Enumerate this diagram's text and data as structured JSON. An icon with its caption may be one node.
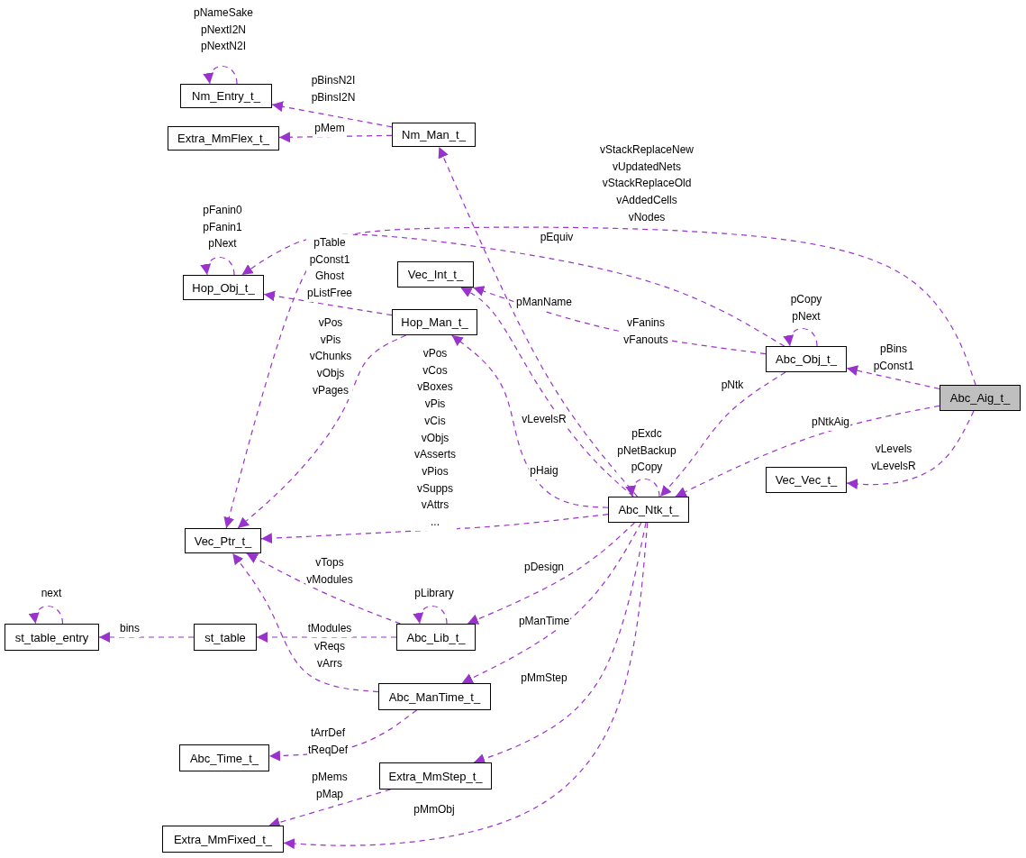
{
  "diagram": {
    "nodes": [
      {
        "text": [
          "Nm_Entry_t_"
        ]
      },
      {
        "text": [
          "Extra_MmFlex_t_"
        ]
      },
      {
        "text": [
          "Nm_Man_t_"
        ]
      },
      {
        "text": [
          "Hop_Obj_t_"
        ]
      },
      {
        "text": [
          "Vec_Int_t_"
        ]
      },
      {
        "text": [
          "Hop_Man_t_"
        ]
      },
      {
        "text": [
          "Abc_Obj_t_"
        ]
      },
      {
        "text": [
          "Abc_Aig_t_"
        ]
      },
      {
        "text": [
          "Vec_Vec_t_"
        ]
      },
      {
        "text": [
          "Abc_Ntk_t_"
        ]
      },
      {
        "text": [
          "Vec_Ptr_t_"
        ]
      },
      {
        "text": [
          "st_table_entry"
        ]
      },
      {
        "text": [
          "st_table"
        ]
      },
      {
        "text": [
          "Abc_Lib_t_"
        ]
      },
      {
        "text": [
          "Abc_ManTime_t_"
        ]
      },
      {
        "text": [
          "Abc_Time_t_"
        ]
      },
      {
        "text": [
          "Extra_MmStep_t_"
        ]
      },
      {
        "text": [
          "Extra_MmFixed_t_"
        ]
      }
    ],
    "edges": [
      {
        "from": 0,
        "to": 0,
        "arrow": "to",
        "label": "pNameSake pNextI2N pNextN2I"
      },
      {
        "from": 2,
        "to": 0,
        "arrow": "to",
        "label": "pBinsN2I pBinsI2N"
      },
      {
        "from": 2,
        "to": 1,
        "arrow": "to",
        "label": "pMem"
      },
      {
        "from": 3,
        "to": 3,
        "arrow": "to",
        "label": "pFanin0 pFanin1 pNext"
      },
      {
        "from": 7,
        "to": 10,
        "arrow": "to",
        "label": "vStackReplaceNew vUpdatedNets vStackReplaceOld vAddedCells vNodes"
      },
      {
        "from": 6,
        "to": 3,
        "arrow": "to",
        "label": "pEquiv"
      },
      {
        "from": 5,
        "to": 3,
        "arrow": "to",
        "label": "pTable pConst1 Ghost pListFree"
      },
      {
        "from": 5,
        "to": 10,
        "arrow": "to",
        "label": "vPos vPis vChunks vObjs vPages"
      },
      {
        "from": 6,
        "to": 6,
        "arrow": "to",
        "label": "pCopy pNext"
      },
      {
        "from": 6,
        "to": 4,
        "arrow": "to",
        "label": "vFanins vFanouts"
      },
      {
        "from": 7,
        "to": 6,
        "arrow": "to",
        "label": "pBins pConst1"
      },
      {
        "from": 6,
        "to": 9,
        "arrow": "to",
        "label": "pNtk"
      },
      {
        "from": 7,
        "to": 9,
        "arrow": "to",
        "label": "pNtkAig"
      },
      {
        "from": 7,
        "to": 8,
        "arrow": "to",
        "label": "vLevels vLevelsR"
      },
      {
        "from": 9,
        "to": 2,
        "arrow": "to",
        "label": "pManName"
      },
      {
        "from": 9,
        "to": 4,
        "arrow": "to",
        "label": "vLevelsR"
      },
      {
        "from": 9,
        "to": 5,
        "arrow": "to",
        "label": "pHaig"
      },
      {
        "from": 9,
        "to": 9,
        "arrow": "to",
        "label": "pExdc pNetBackup pCopy"
      },
      {
        "from": 9,
        "to": 10,
        "arrow": "to",
        "label": "vPos vCos vBoxes vPis vCis vObjs vAsserts vPios vSupps vAttrs ..."
      },
      {
        "from": 9,
        "to": 13,
        "arrow": "to",
        "label": "pDesign"
      },
      {
        "from": 13,
        "to": 13,
        "arrow": "to",
        "label": "pLibrary"
      },
      {
        "from": 13,
        "to": 10,
        "arrow": "to",
        "label": "vTops vModules"
      },
      {
        "from": 13,
        "to": 12,
        "arrow": "to",
        "label": "tModules"
      },
      {
        "from": 12,
        "to": 11,
        "arrow": "to",
        "label": "bins"
      },
      {
        "from": 11,
        "to": 11,
        "arrow": "to",
        "label": "next"
      },
      {
        "from": 14,
        "to": 10,
        "arrow": "to",
        "label": "vReqs vArrs"
      },
      {
        "from": 9,
        "to": 14,
        "arrow": "to",
        "label": "pManTime"
      },
      {
        "from": 14,
        "to": 15,
        "arrow": "to",
        "label": "tArrDef tReqDef"
      },
      {
        "from": 9,
        "to": 16,
        "arrow": "to",
        "label": "pMmStep"
      },
      {
        "from": 16,
        "to": 17,
        "arrow": "to",
        "label": "pMems pMap"
      },
      {
        "from": 9,
        "to": 17,
        "arrow": "to",
        "label": "pMmObj"
      }
    ]
  }
}
